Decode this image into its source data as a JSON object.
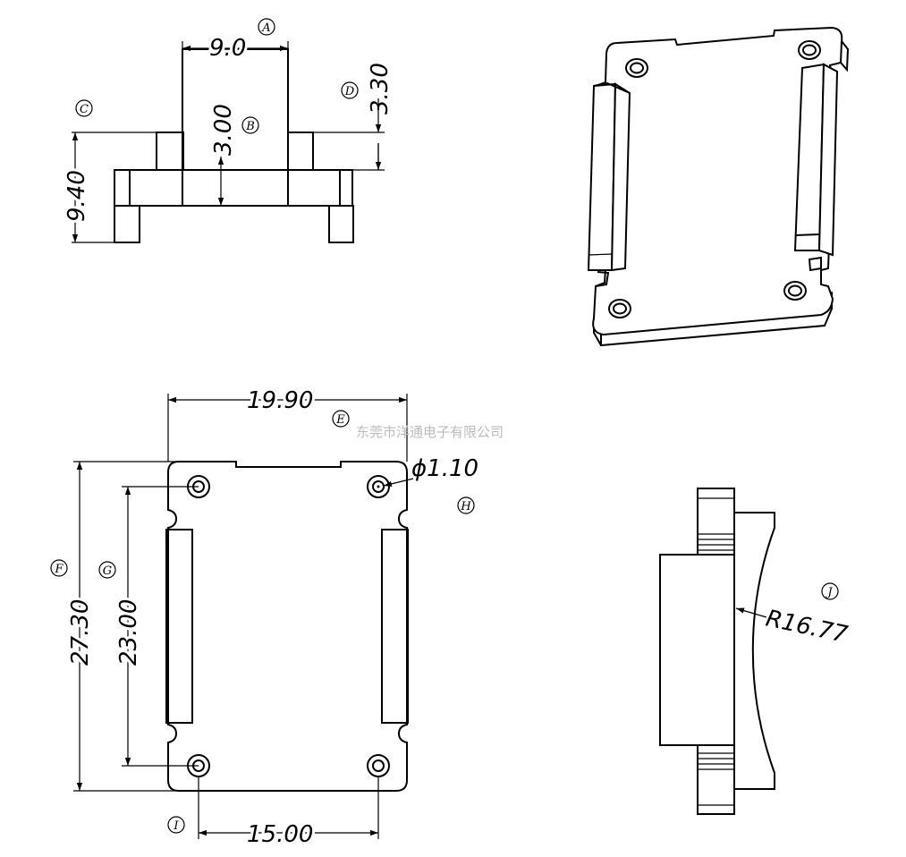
{
  "dimensions": {
    "width_top": "9.0",
    "height_b": "3.00",
    "height_c": "9.40",
    "height_d": "3.30",
    "width_total": "19.90",
    "hole_diameter": "ϕ1.10",
    "height_total": "27.30",
    "hole_pitch_vertical": "23.00",
    "hole_pitch_horizontal": "15.00",
    "radius": "R16.77"
  },
  "callouts": {
    "A": "A",
    "B": "B",
    "C": "C",
    "D": "D",
    "E": "E",
    "F": "F",
    "G": "G",
    "H": "H",
    "I": "I",
    "J": "J"
  },
  "watermark": "东莞市洋通电子有限公司"
}
